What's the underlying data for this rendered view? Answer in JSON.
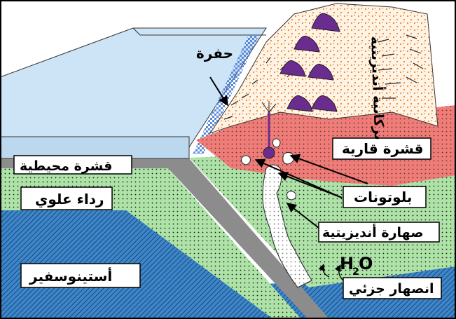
{
  "labels": {
    "trench": "حفرة",
    "andesitic_volcanism": "بركانية أنديزيتية",
    "continental_crust": "قشرة قارية",
    "oceanic_crust": "قشرة محيطية",
    "upper_mantle": "رداء علوي",
    "plutons": "بلوتونات",
    "andesitic_magma": "صهارة أنديزيتية",
    "asthenosphere": "أستينوسفير",
    "water_main": "H",
    "water_sub": "2",
    "water_tail": "O",
    "partial_melting": "انصهار جزئي"
  },
  "colors": {
    "ocean": "#cde4f7",
    "continental_crust": "#f07c78",
    "mantle": "#aee3a8",
    "asthenosphere": "#3f86c6",
    "oceanic_crust": "#8c8c8c",
    "volcano": "#6b2c8f",
    "label_bg": "#ffffff"
  },
  "icons": {
    "volcano": "volcano-cone-icon"
  }
}
